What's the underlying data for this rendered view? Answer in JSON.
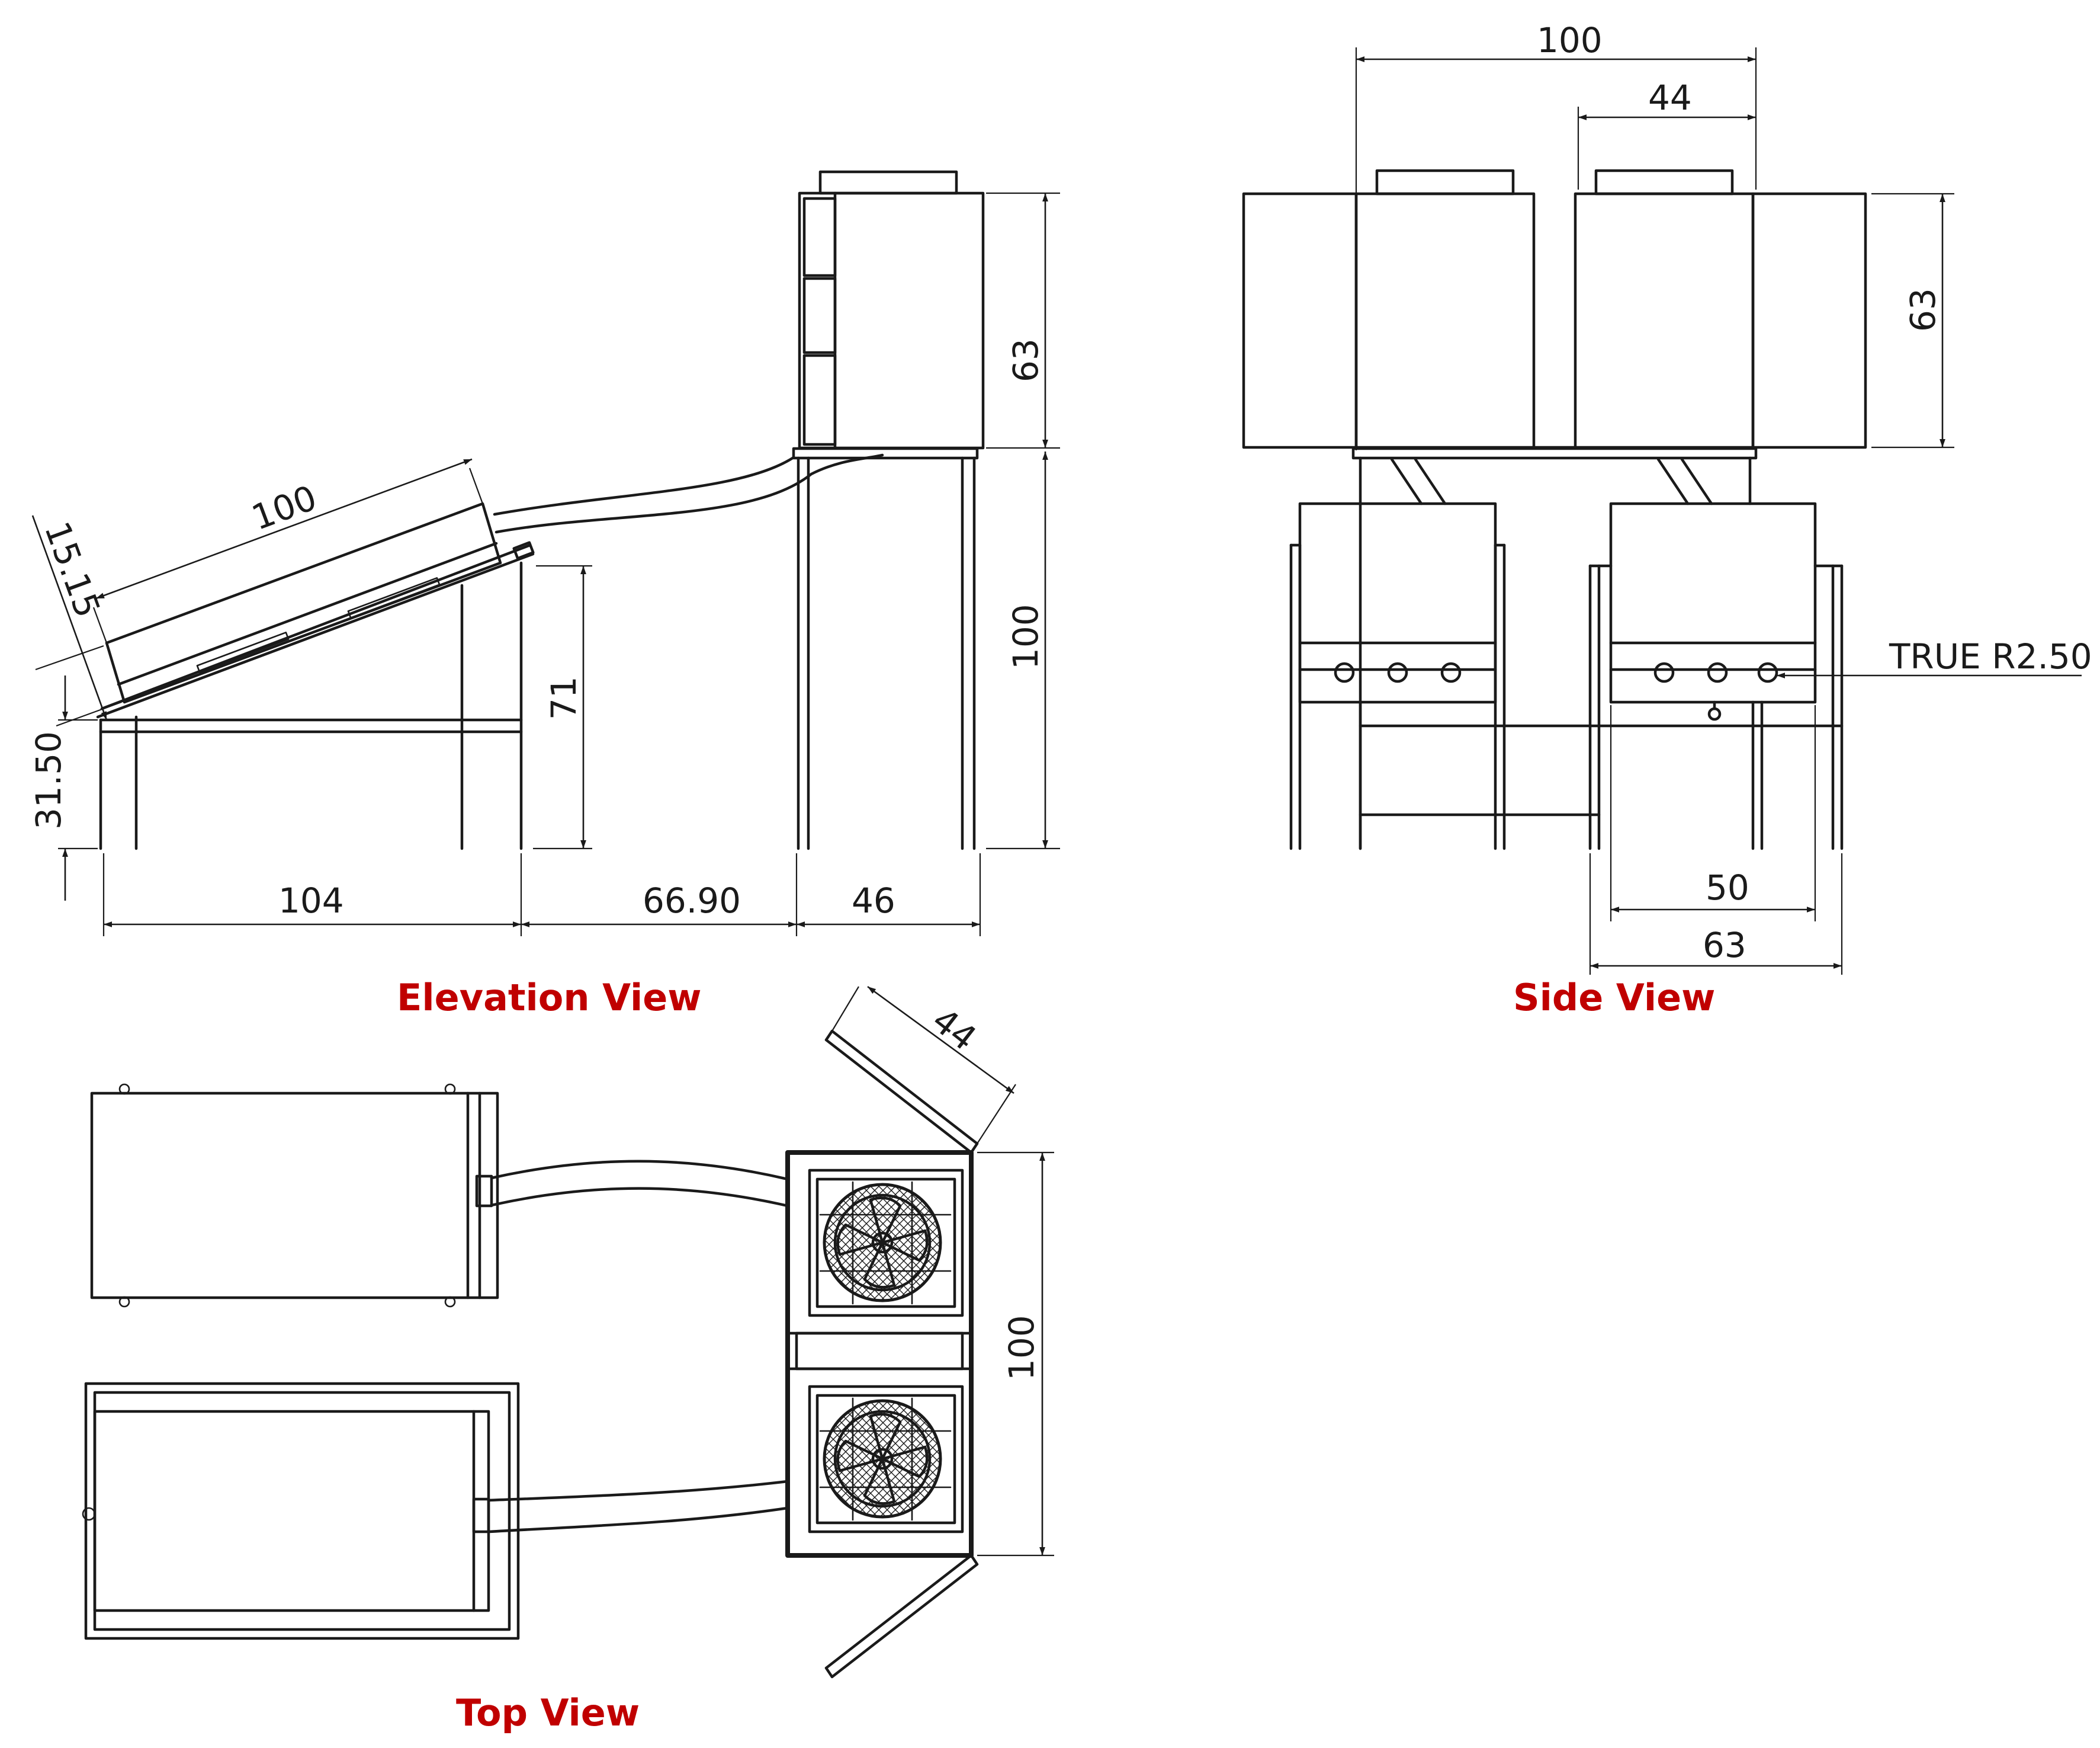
{
  "views": {
    "elevation": "Elevation  View",
    "side": "Side View",
    "top": "Top View"
  },
  "dimensions": {
    "elev_collector_length": "100",
    "elev_collector_thickness": "15.15",
    "elev_front_height": "31.50",
    "elev_rear_height": "71",
    "elev_unit_height": "63",
    "elev_stand_height": "100",
    "elev_base_length": "104",
    "elev_gap": "66.90",
    "elev_stand_depth": "46",
    "side_total_width": "100",
    "side_unit_width": "44",
    "side_unit_height": "63",
    "side_tank_width": "50",
    "side_stand_width": "63",
    "side_hole_callout": "TRUE R2.50",
    "top_door_width": "44",
    "top_unit_length": "100"
  },
  "colors": {
    "line": "#1a1a1a",
    "title": "#c00000",
    "background": "#ffffff"
  }
}
